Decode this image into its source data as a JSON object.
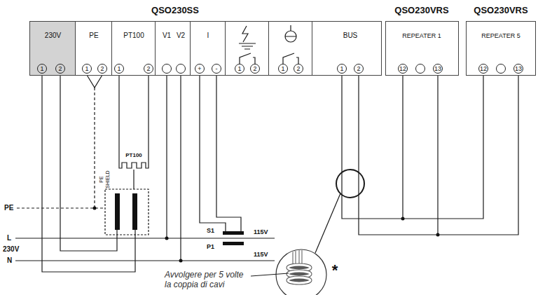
{
  "diagram": {
    "nodes": [
      {
        "text": [
          "QSO230SS"
        ]
      },
      {
        "text": [
          "230V",
          "1",
          "2"
        ],
        "in": 0
      },
      {
        "text": [
          "PE",
          "1",
          "2"
        ],
        "in": 0
      },
      {
        "text": [
          "PT100",
          "1",
          "2"
        ],
        "in": 0
      },
      {
        "text": [
          "V1",
          "V2"
        ],
        "in": 0
      },
      {
        "text": [
          "I",
          "+",
          "-"
        ],
        "in": 0
      },
      {
        "text": [
          "1",
          "2"
        ],
        "in": 0
      },
      {
        "text": [
          "1",
          "2"
        ],
        "in": 0
      },
      {
        "text": [
          "BUS",
          "1",
          "2"
        ],
        "in": 0
      },
      {
        "text": [
          "QSO230VRS",
          "REPEATER 1",
          "12",
          "13"
        ]
      },
      {
        "text": [
          "QSO230VRS",
          "REPEATER 5",
          "12",
          "13"
        ]
      }
    ],
    "edges": [
      {
        "from": 8,
        "to": 9,
        "arrow": "none"
      },
      {
        "from": 8,
        "to": 10,
        "arrow": "none"
      }
    ],
    "labels": [
      "PE",
      "L",
      "230V",
      "N",
      "PE",
      "SHIELD",
      "PT100",
      "S1",
      "P1",
      "115V",
      "115V",
      "Avvolgere per 5 volte la coppia di cavi",
      "*"
    ]
  }
}
